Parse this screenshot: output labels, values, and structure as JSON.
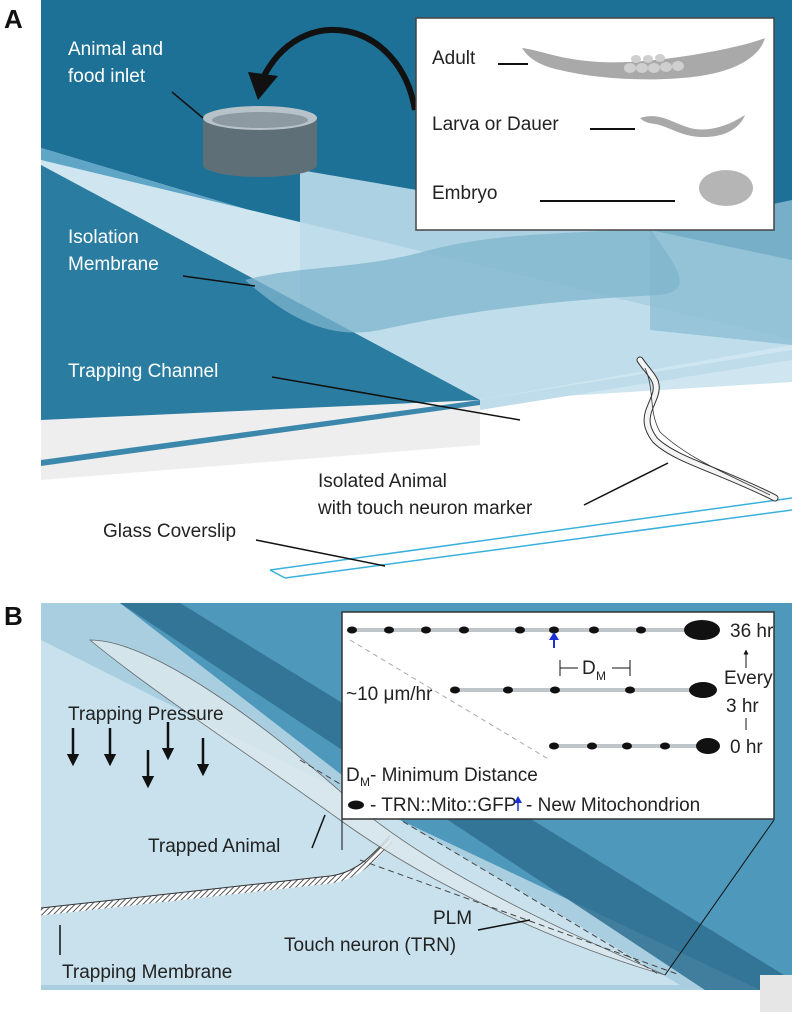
{
  "panel_a": {
    "letter": "A",
    "inlet_label": [
      "Animal and",
      "food inlet"
    ],
    "isolation_label": [
      "Isolation",
      "Membrane"
    ],
    "trapping_channel_label": "Trapping Channel",
    "isolated_animal_label": [
      "Isolated Animal",
      "with touch neuron marker"
    ],
    "coverslip_label": "Glass Coverslip",
    "legend": {
      "adult": "Adult",
      "larva": "Larva or Dauer",
      "embryo": "Embryo"
    }
  },
  "panel_b": {
    "letter": "B",
    "trapping_pressure_label": "Trapping Pressure",
    "trapped_animal_label": "Trapped Animal",
    "plm_label": [
      "PLM",
      "Touch neuron (TRN)"
    ],
    "trapping_membrane_label": "Trapping Membrane",
    "inset": {
      "time_36": "36 hr",
      "time_0": "0 hr",
      "every_label": [
        "Every",
        "3 hr"
      ],
      "rate_label": "~10 μm/hr",
      "dm_symbol": "D",
      "dm_subscript": "M",
      "dm_legend": "- Minimum Distance",
      "mito_legend": "- TRN::Mito::GFP",
      "new_mito_legend": "- New Mitochondrion"
    }
  },
  "colors": {
    "device_dark": "#1c6f92",
    "device_mid": "#4a95b8",
    "device_light": "#c9e4f0",
    "new_mito": "#1a2fd6"
  }
}
